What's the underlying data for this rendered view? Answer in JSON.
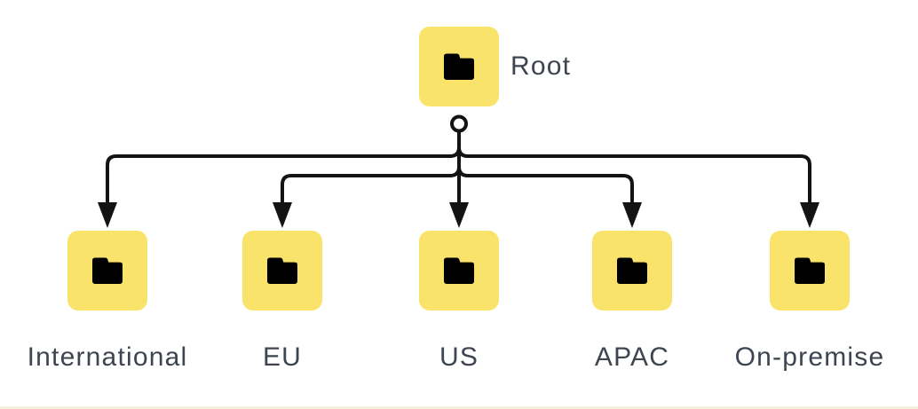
{
  "diagram": {
    "root": {
      "label": "Root",
      "icon": "folder-icon"
    },
    "children": [
      {
        "label": "International",
        "icon": "folder-icon"
      },
      {
        "label": "EU",
        "icon": "folder-icon"
      },
      {
        "label": "US",
        "icon": "folder-icon"
      },
      {
        "label": "APAC",
        "icon": "folder-icon"
      },
      {
        "label": "On-premise",
        "icon": "folder-icon"
      }
    ],
    "colors": {
      "node_fill": "#FAE36A",
      "line": "#131313",
      "label_text": "#3E4450",
      "background": "#FFFFFF",
      "bottom_strip": "#F6F1DD"
    }
  }
}
